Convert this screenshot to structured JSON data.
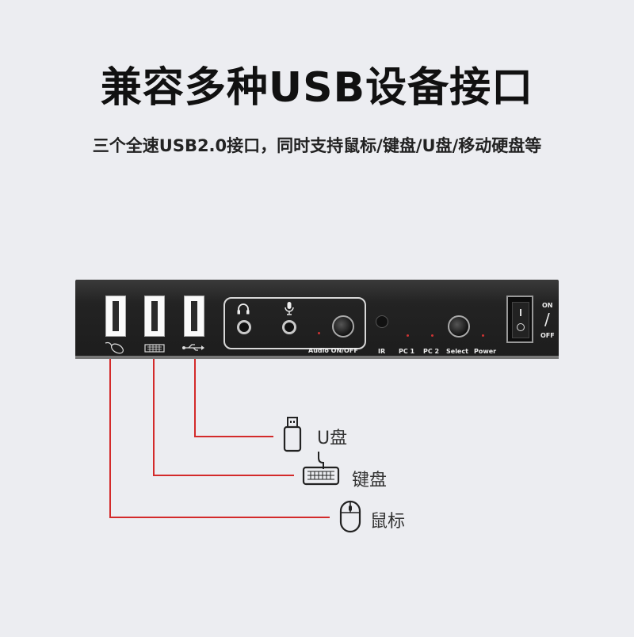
{
  "title": "兼容多种USB设备接口",
  "subtitle": "三个全速USB2.0接口，同时支持鼠标/键盘/U盘/移动硬盘等",
  "device": {
    "audio_label": "Audio ON/OFF",
    "ir_label": "IR",
    "pc1_label": "PC 1",
    "pc2_label": "PC 2",
    "select_label": "Select",
    "power_label": "Power",
    "switch_on": "ON",
    "switch_off": "OFF",
    "switch_slash": "/"
  },
  "callouts": [
    {
      "label": "U盘",
      "icon": "usb-drive-icon"
    },
    {
      "label": "键盘",
      "icon": "keyboard-icon"
    },
    {
      "label": "鼠标",
      "icon": "mouse-icon"
    }
  ],
  "colors": {
    "background": "#ecedf1",
    "wire": "#d32a2a",
    "device": "#1f1f1f"
  }
}
